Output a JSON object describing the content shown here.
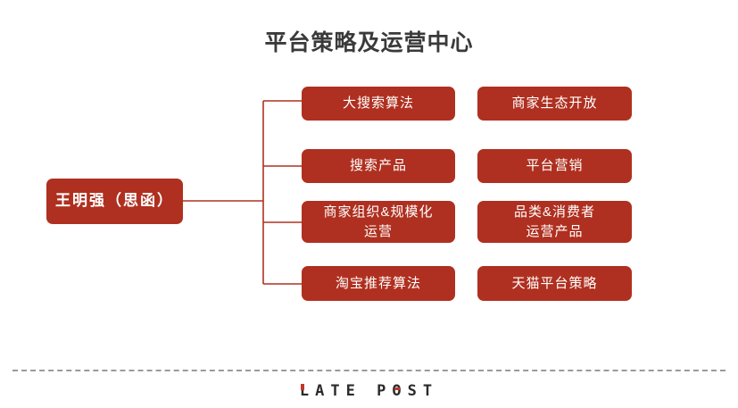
{
  "page": {
    "title": "平台策略及运营中心",
    "accent_color": "#AF3020",
    "title_color": "#3a3a3a",
    "line_color": "#AF3020",
    "background": "#ffffff"
  },
  "org_chart": {
    "root": {
      "label": "王明强（思函）"
    },
    "columns": [
      {
        "name": "column-1",
        "nodes": [
          {
            "label": "大搜索算法",
            "lines": [
              "大搜索算法"
            ]
          },
          {
            "label": "搜索产品",
            "lines": [
              "搜索产品"
            ]
          },
          {
            "label": "商家组织&规模化运营",
            "lines": [
              "商家组织&规模化",
              "运营"
            ]
          },
          {
            "label": "淘宝推荐算法",
            "lines": [
              "淘宝推荐算法"
            ]
          }
        ]
      },
      {
        "name": "column-2",
        "nodes": [
          {
            "label": "商家生态开放",
            "lines": [
              "商家生态开放"
            ]
          },
          {
            "label": "平台营销",
            "lines": [
              "平台营销"
            ]
          },
          {
            "label": "品类&消费者运营产品",
            "lines": [
              "品类&消费者",
              "运营产品"
            ]
          },
          {
            "label": "天猫平台策略",
            "lines": [
              "天猫平台策略"
            ]
          }
        ]
      }
    ]
  },
  "footer": {
    "logo_part1": "L",
    "logo_part2": "ATE",
    "logo_space": " ",
    "logo_part3": "P",
    "logo_part4": "O",
    "logo_part5": "ST",
    "logo_full": "LATE POST",
    "divider_color": "#9a9a9a"
  }
}
